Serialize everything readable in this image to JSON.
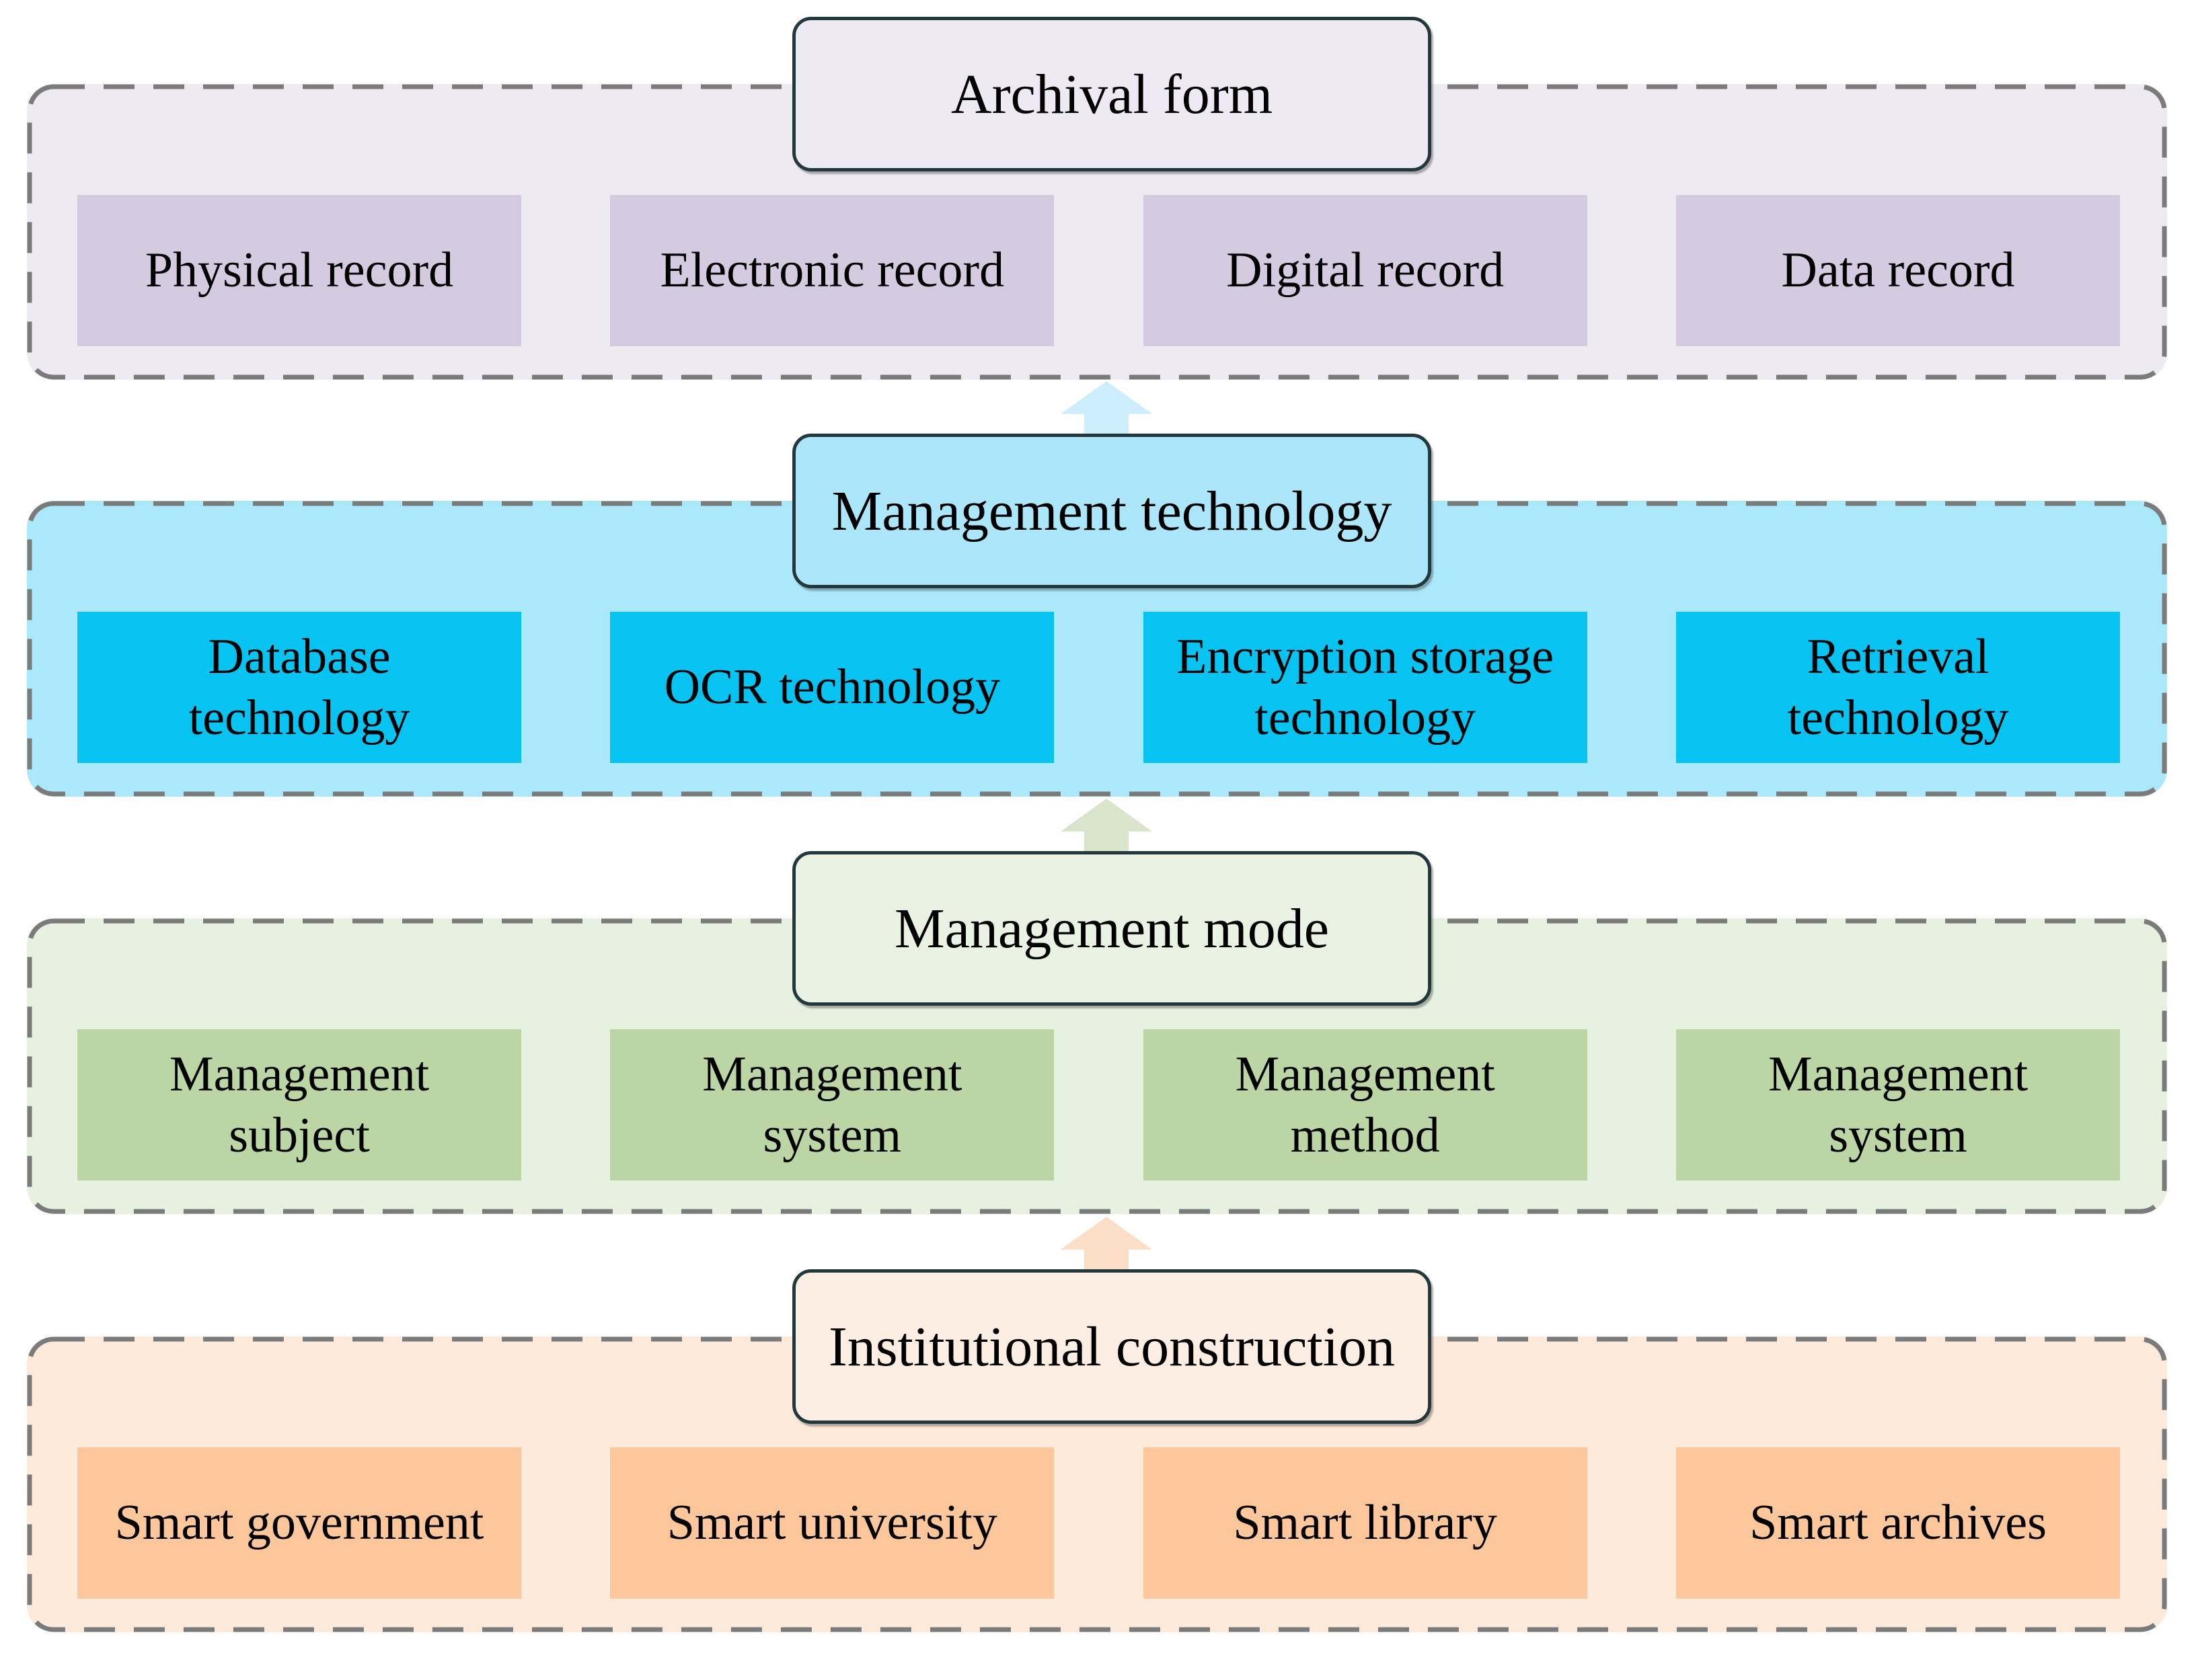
{
  "diagram": {
    "border_colors": {
      "dashed": "#7b7b7b",
      "title_border": "#22383c"
    },
    "layers": [
      {
        "title": "Archival form",
        "items": [
          "Physical record",
          "Electronic record",
          "Digital record",
          "Data record"
        ],
        "colors": {
          "container_bg": "#edeaf2",
          "item_bg": "#d5cbe0",
          "title_bg": "#edeaf3",
          "arrow": null
        }
      },
      {
        "title": "Management technology",
        "items": [
          "Database\ntechnology",
          "OCR technology",
          "Encryption storage\ntechnology",
          "Retrieval\ntechnology"
        ],
        "colors": {
          "container_bg": "#ace8fb",
          "item_bg": "#06c3f2",
          "title_bg": "#abe6fa",
          "arrow": "#cdeefc"
        }
      },
      {
        "title": "Management mode",
        "items": [
          "Management\nsubject",
          "Management\nsystem",
          "Management\nmethod",
          "Management\nsystem"
        ],
        "colors": {
          "container_bg": "#e7f1df",
          "item_bg": "#bcd5a4",
          "title_bg": "#e9f2e3",
          "arrow": "#d9e5ca"
        }
      },
      {
        "title": "Institutional construction",
        "items": [
          "Smart government",
          "Smart university",
          "Smart library",
          "Smart archives"
        ],
        "colors": {
          "container_bg": "#fdeadb",
          "item_bg": "#fdc79b",
          "title_bg": "#fdeee3",
          "arrow": "#fbdec5"
        }
      }
    ]
  }
}
